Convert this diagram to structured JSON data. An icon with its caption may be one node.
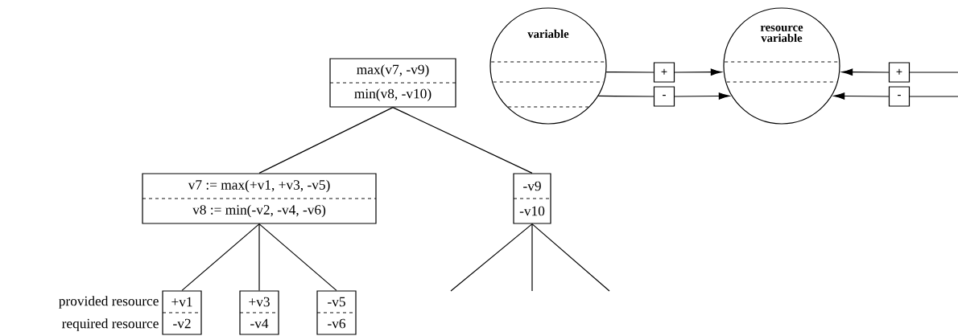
{
  "diagram": {
    "nodes": [
      {
        "text": [
          "max(v7, -v9)",
          "min(v8, -v10)"
        ]
      },
      {
        "text": [
          "v7 := max(+v1, +v3, -v5)",
          "v8 := min(-v2, -v4, -v6)"
        ]
      },
      {
        "text": [
          "-v9",
          "-v10"
        ]
      },
      {
        "text": [
          "+v1",
          "-v2"
        ]
      },
      {
        "text": [
          "+v3",
          "-v4"
        ]
      },
      {
        "text": [
          "-v5",
          "-v6"
        ]
      },
      {
        "text": [
          "variable"
        ]
      },
      {
        "text": [
          "resource variable"
        ]
      },
      {
        "text": [
          "+"
        ]
      },
      {
        "text": [
          "-"
        ]
      },
      {
        "text": [
          "+"
        ]
      },
      {
        "text": [
          "-"
        ]
      }
    ],
    "edges": [
      {
        "from": 0,
        "to": 1,
        "arrow": "none"
      },
      {
        "from": 0,
        "to": 2,
        "arrow": "none"
      },
      {
        "from": 1,
        "to": 3,
        "arrow": "none"
      },
      {
        "from": 1,
        "to": 4,
        "arrow": "none"
      },
      {
        "from": 1,
        "to": 5,
        "arrow": "none"
      },
      {
        "from": 2,
        "to": null,
        "arrow": "none"
      },
      {
        "from": 2,
        "to": null,
        "arrow": "none"
      },
      {
        "from": 2,
        "to": null,
        "arrow": "none"
      },
      {
        "from": 6,
        "to": 8,
        "arrow": "none"
      },
      {
        "from": 8,
        "to": 7,
        "arrow": "to"
      },
      {
        "from": 6,
        "to": 9,
        "arrow": "none"
      },
      {
        "from": 9,
        "to": 7,
        "arrow": "to"
      },
      {
        "from": null,
        "to": 10,
        "arrow": "none"
      },
      {
        "from": 10,
        "to": 7,
        "arrow": "to"
      },
      {
        "from": null,
        "to": 11,
        "arrow": "none"
      },
      {
        "from": 11,
        "to": 7,
        "arrow": "to"
      }
    ],
    "labels": [
      "provided resource",
      "required resource"
    ]
  }
}
